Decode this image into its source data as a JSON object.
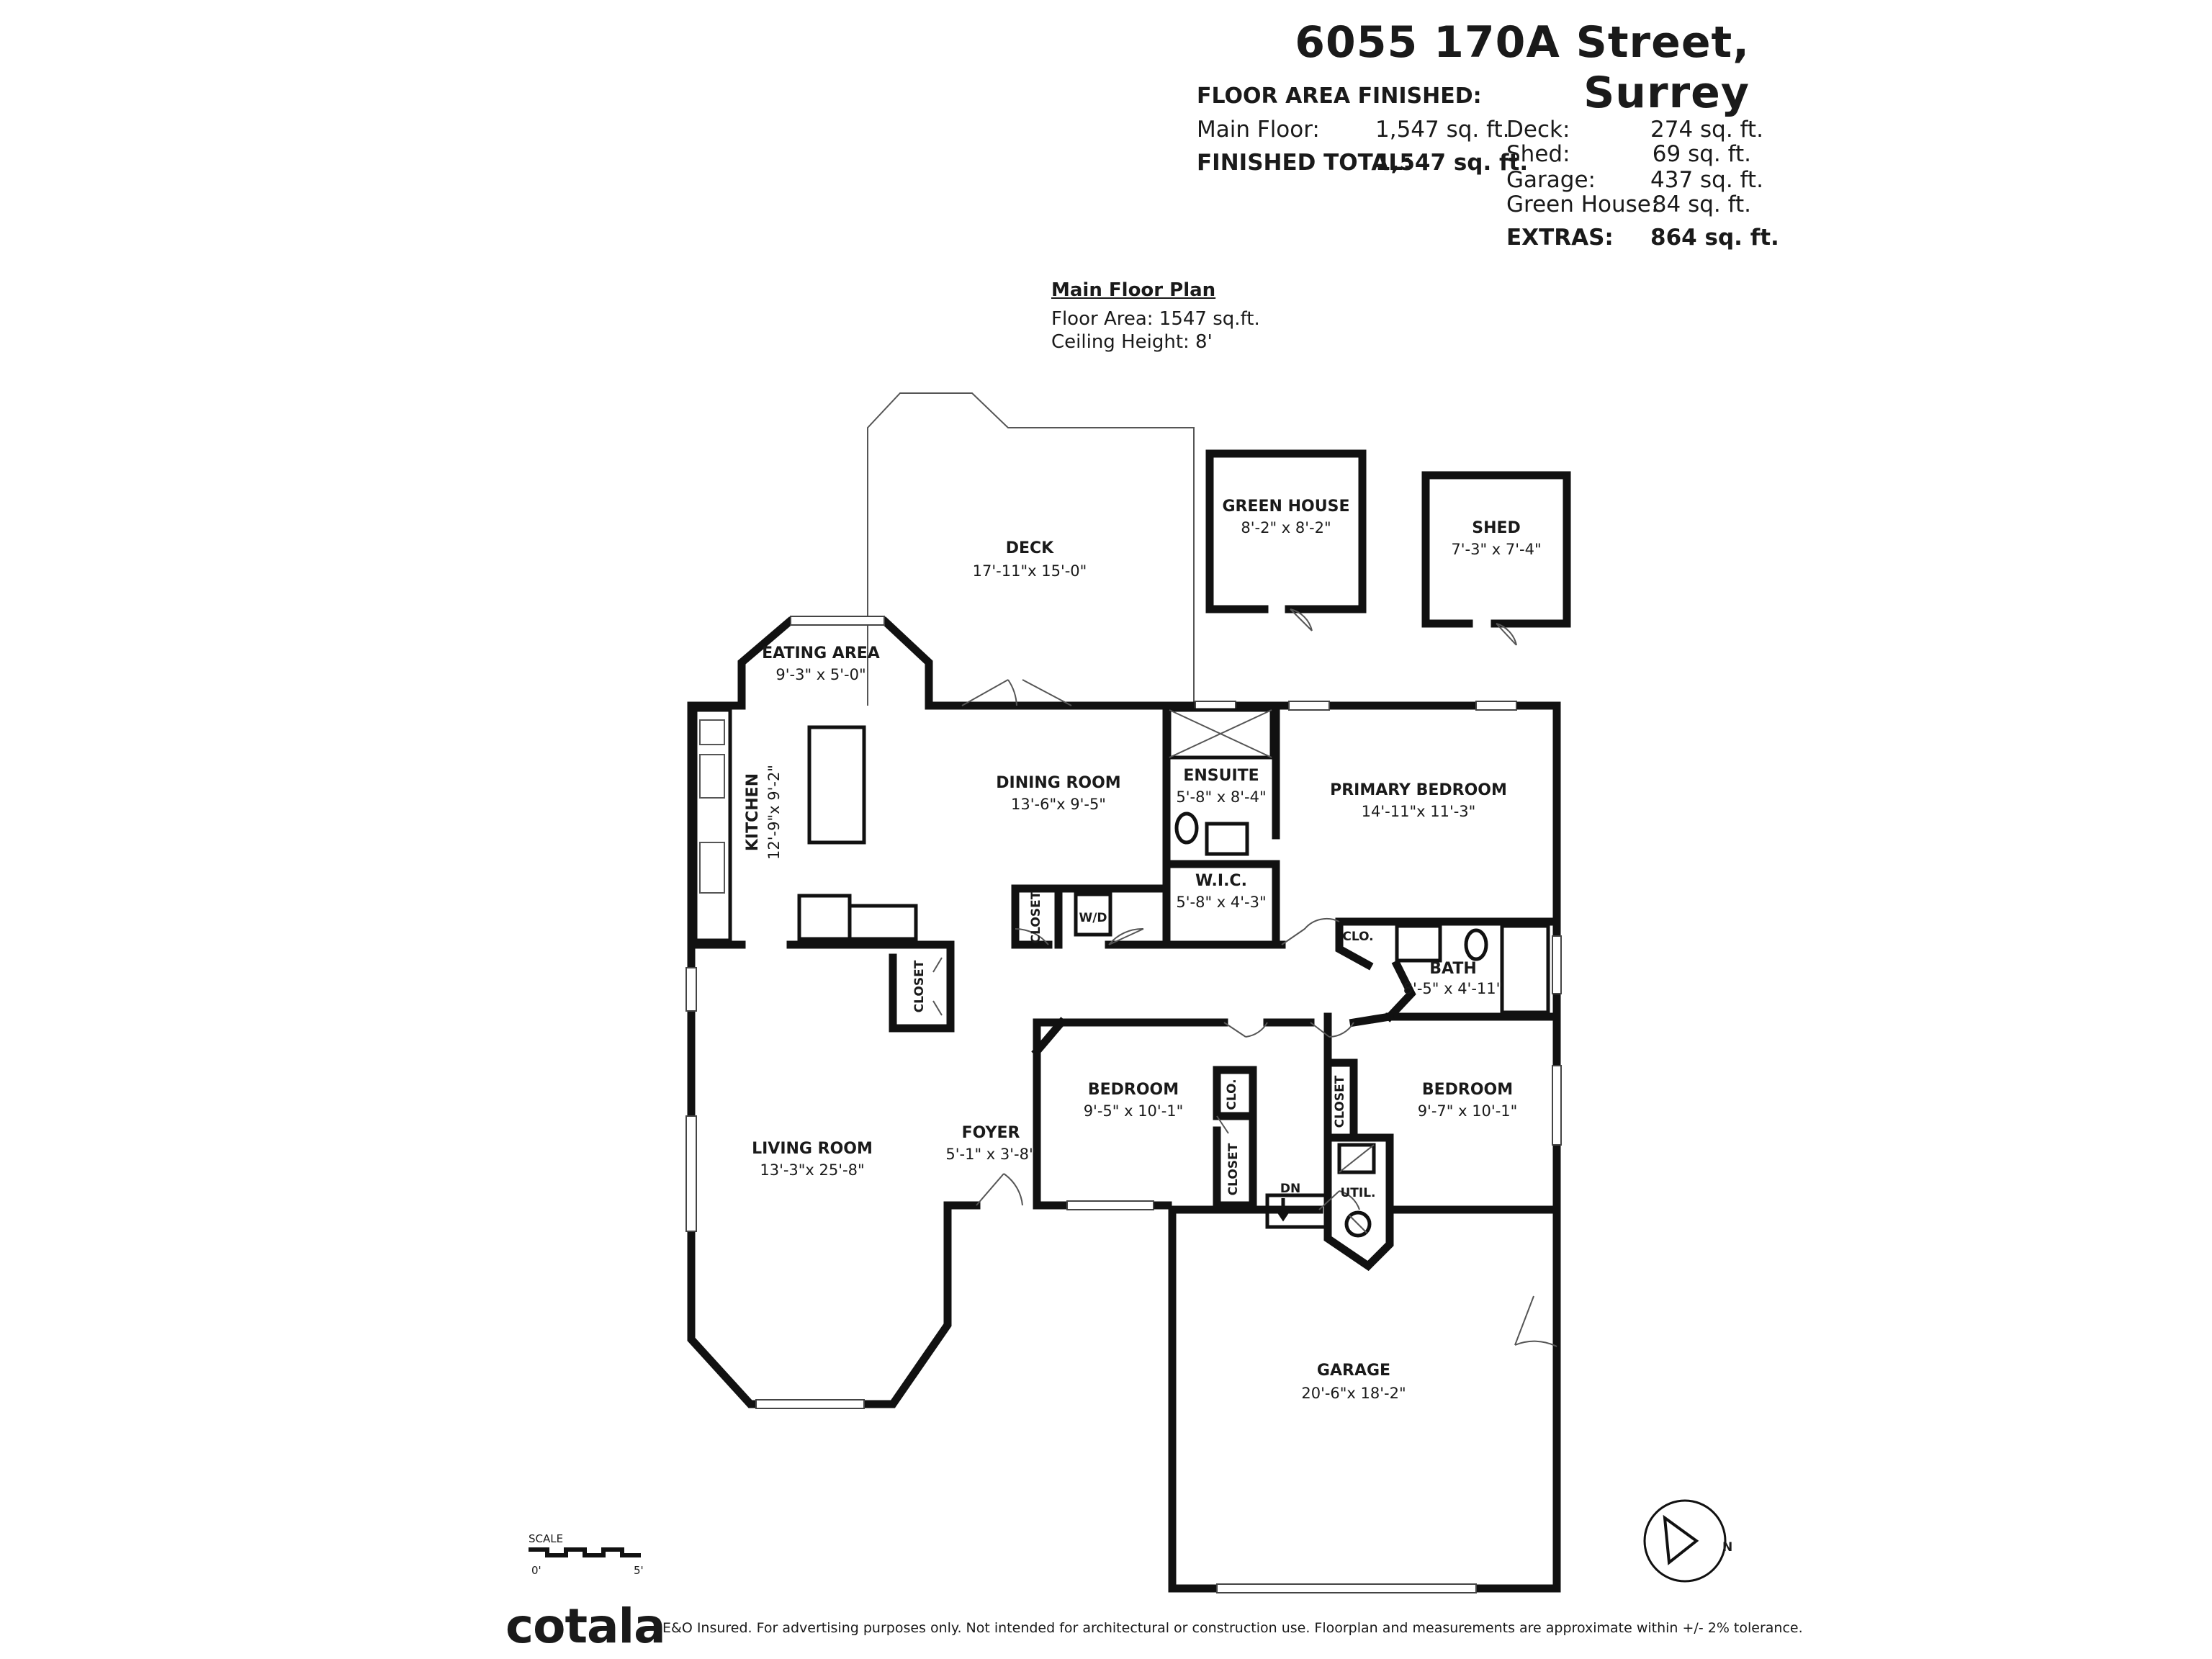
{
  "header": {
    "address": "6055 170A Street, Surrey",
    "floor_area_label": "FLOOR AREA FINISHED:",
    "main_floor_label": "Main Floor:",
    "main_floor_value": "1,547 sq. ft.",
    "finished_total_label": "FINISHED TOTAL:",
    "finished_total_value": "1,547 sq. ft."
  },
  "extras": {
    "items": [
      {
        "label": "Deck:",
        "value": "274 sq. ft."
      },
      {
        "label": "Shed:",
        "value": "69 sq. ft."
      },
      {
        "label": "Garage:",
        "value": "437 sq. ft."
      },
      {
        "label": "Green House:",
        "value": "84 sq. ft."
      }
    ],
    "total_label": "EXTRAS:",
    "total_value": "864 sq. ft."
  },
  "plan_info": {
    "title": "Main Floor Plan",
    "floor_area": "Floor Area: 1547 sq.ft.",
    "ceiling_height": "Ceiling Height: 8'"
  },
  "rooms": {
    "deck": {
      "name": "DECK",
      "dims": "17'-11\"x 15'-0\""
    },
    "green_house": {
      "name": "GREEN HOUSE",
      "dims": "8'-2\" x 8'-2\""
    },
    "shed": {
      "name": "SHED",
      "dims": "7'-3\" x 7'-4\""
    },
    "eating_area": {
      "name": "EATING AREA",
      "dims": "9'-3\" x 5'-0\""
    },
    "kitchen": {
      "name": "KITCHEN",
      "dims": "12'-9\"x 9'-2\""
    },
    "dining_room": {
      "name": "DINING ROOM",
      "dims": "13'-6\"x 9'-5\""
    },
    "ensuite": {
      "name": "ENSUITE",
      "dims": "5'-8\" x 8'-4\""
    },
    "primary_bedroom": {
      "name": "PRIMARY BEDROOM",
      "dims": "14'-11\"x 11'-3\""
    },
    "wic": {
      "name": "W.I.C.",
      "dims": "5'-8\" x 4'-3\""
    },
    "bath": {
      "name": "BATH",
      "dims": "8'-5\" x 4'-11\""
    },
    "bedroom_1": {
      "name": "BEDROOM",
      "dims": "9'-5\" x 10'-1\""
    },
    "bedroom_2": {
      "name": "BEDROOM",
      "dims": "9'-7\" x 10'-1\""
    },
    "living_room": {
      "name": "LIVING ROOM",
      "dims": "13'-3\"x 25'-8\""
    },
    "foyer": {
      "name": "FOYER",
      "dims": "5'-1\" x 3'-8\""
    },
    "garage": {
      "name": "GARAGE",
      "dims": "20'-6\"x 18'-2\""
    },
    "closet_label": "CLOSET",
    "clo_label": "CLO.",
    "wd_label": "W/D",
    "util_label": "UTIL.",
    "dn_label": "DN"
  },
  "scale": {
    "label": "SCALE",
    "start": "0'",
    "end": "5'"
  },
  "compass": {
    "label": "N"
  },
  "footer": {
    "brand": "cotala",
    "disclaimer": "E&O Insured. For advertising purposes only. Not intended for architectural or construction use. Floorplan and measurements are approximate within +/- 2% tolerance."
  }
}
